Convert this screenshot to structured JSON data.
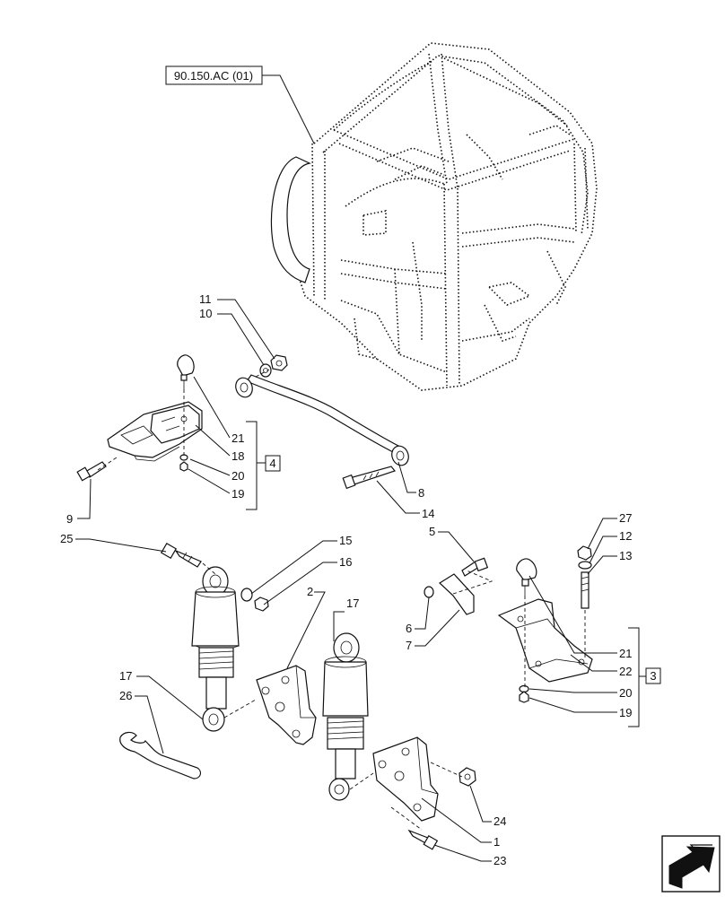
{
  "diagram": {
    "reference_label": "90.150.AC (01)",
    "group_refs": [
      "4",
      "3"
    ],
    "callouts": {
      "c11": "11",
      "c10": "10",
      "c21a": "21",
      "c18": "18",
      "c20a": "20",
      "c19a": "19",
      "c9": "9",
      "c8": "8",
      "c14": "14",
      "c25": "25",
      "c15": "15",
      "c16": "16",
      "c2": "2",
      "c17a": "17",
      "c17b": "17",
      "c26": "26",
      "c5": "5",
      "c6": "6",
      "c7": "7",
      "c27": "27",
      "c12": "12",
      "c13": "13",
      "c21b": "21",
      "c22": "22",
      "c20b": "20",
      "c19b": "19",
      "c24": "24",
      "c1": "1",
      "c23": "23"
    },
    "nav_icon": "arrow-icon"
  }
}
